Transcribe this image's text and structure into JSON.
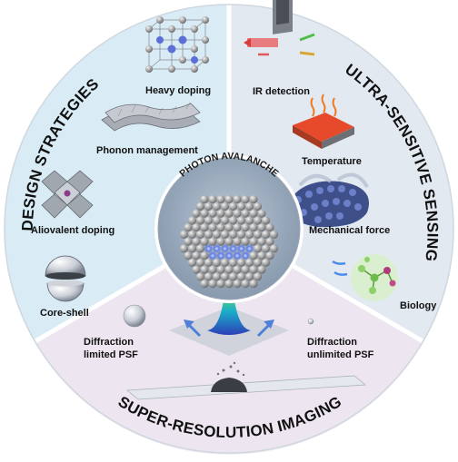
{
  "sectors": {
    "design": {
      "title": "DESIGN STRATEGIES",
      "items": [
        "Heavy doping",
        "Phonon management",
        "Aliovalent doping",
        "Core-shell"
      ],
      "color": "#d9ecf5"
    },
    "sensing": {
      "title": "ULTRA-SENSITIVE SENSING",
      "items": [
        "IR detection",
        "Temperature",
        "Mechanical force",
        "Biology"
      ],
      "color": "#e3e9f1"
    },
    "imaging": {
      "title": "SUPER-RESOLUTION IMAGING",
      "left_label": [
        "Diffraction",
        "limited PSF"
      ],
      "right_label": [
        "Diffraction",
        "unlimited PSF"
      ],
      "color": "#ede6f0"
    }
  },
  "center": {
    "title": "PHOTON AVALANCHE"
  },
  "icons": [
    "crystal-lattice-icon",
    "phonon-sheet-icon",
    "perovskite-octahedra-icon",
    "core-shell-sphere-icon",
    "ir-laser-icon",
    "heating-plate-icon",
    "molecular-cylinder-icon",
    "biomolecule-icon",
    "gaussian-psf-icon",
    "nanoparticle-sphere-icon",
    "microscope-slide-icon"
  ]
}
